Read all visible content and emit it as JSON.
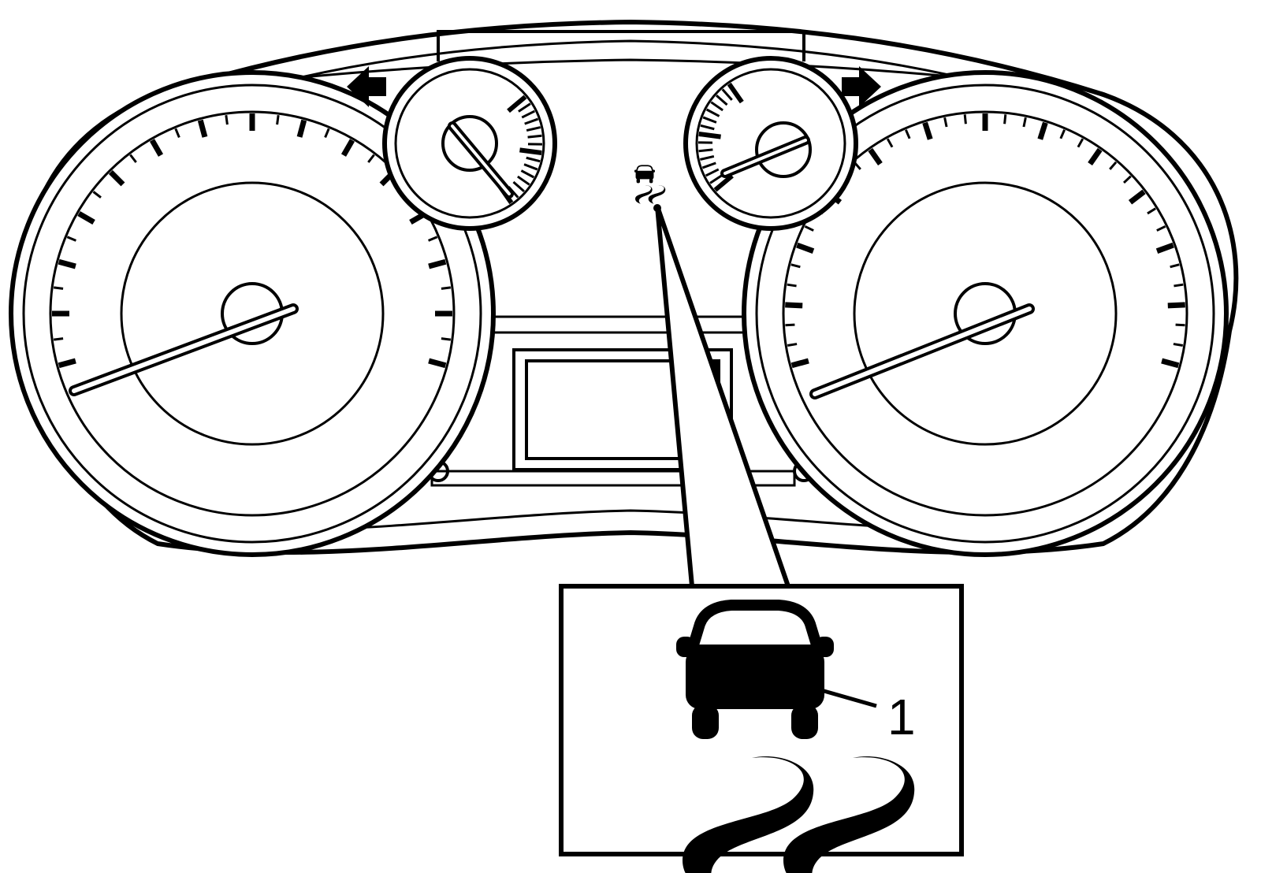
{
  "diagram": {
    "callout_label": "1",
    "icons": {
      "main_gauges": [
        "tachometer-gauge",
        "speedometer-gauge"
      ],
      "small_gauges": [
        "fuel-gauge",
        "temperature-gauge"
      ],
      "indicators": [
        "turn-left-arrow-icon",
        "turn-right-arrow-icon",
        "traction-control-warning-icon"
      ]
    },
    "colors": {
      "line": "#000000",
      "background": "#ffffff"
    }
  }
}
